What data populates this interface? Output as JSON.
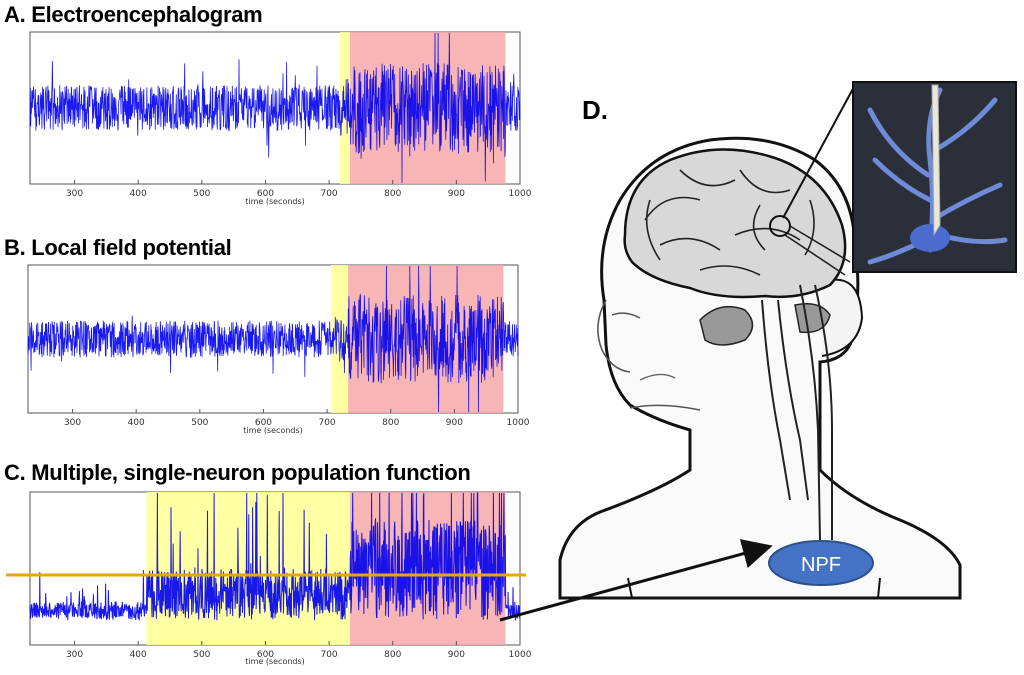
{
  "panels": [
    {
      "id": "A",
      "title": "A. Electroencephalogram"
    },
    {
      "id": "B",
      "title": "B. Local field potential"
    },
    {
      "id": "C",
      "title": "C. Multiple, single-neuron population function"
    }
  ],
  "panel_d_label": "D.",
  "npf_label": "NPF",
  "colors": {
    "signal": "#0000ee",
    "pre_window": "#ffff99",
    "event_window": "#f7a8a8",
    "threshold": "#e8a317"
  },
  "chart_data": [
    {
      "type": "line",
      "title": "A. Electroencephalogram",
      "xlabel": "time (seconds)",
      "ylabel": "",
      "xlim": [
        230,
        1000
      ],
      "xticks": [
        300,
        400,
        500,
        600,
        700,
        800,
        900,
        1000
      ],
      "xtick_labels": [
        "300",
        "400",
        "500",
        "600",
        "700",
        "800",
        "900",
        "1000"
      ],
      "shaded_regions": [
        {
          "range": [
            717,
            733
          ],
          "color": "yellow"
        },
        {
          "range": [
            733,
            977
          ],
          "color": "red"
        }
      ],
      "series": [
        {
          "amplitude_baseline": 0.3,
          "amplitude_event": 0.6
        }
      ]
    },
    {
      "type": "line",
      "title": "B. Local field potential",
      "xlabel": "time (seconds)",
      "ylabel": "",
      "xlim": [
        230,
        1000
      ],
      "xticks": [
        300,
        400,
        500,
        600,
        700,
        800,
        900,
        1000
      ],
      "xtick_labels": [
        "300",
        "400",
        "500",
        "600",
        "700",
        "800",
        "900",
        "1000"
      ],
      "shaded_regions": [
        {
          "range": [
            706,
            733
          ],
          "color": "yellow"
        },
        {
          "range": [
            733,
            977
          ],
          "color": "red"
        }
      ],
      "series": [
        {
          "amplitude_baseline": 0.25,
          "amplitude_event": 0.6
        }
      ]
    },
    {
      "type": "line",
      "title": "C. Multiple, single-neuron population function",
      "xlabel": "time (seconds)",
      "ylabel": "",
      "xlim": [
        230,
        1000
      ],
      "xticks": [
        300,
        400,
        500,
        600,
        700,
        800,
        900,
        1000
      ],
      "xtick_labels": [
        "300",
        "400",
        "500",
        "600",
        "700",
        "800",
        "900",
        "1000"
      ],
      "shaded_regions": [
        {
          "range": [
            413,
            733
          ],
          "color": "yellow"
        },
        {
          "range": [
            733,
            977
          ],
          "color": "red"
        }
      ],
      "threshold_line": true,
      "series": [
        {
          "amplitude_baseline": 0.15,
          "amplitude_event": 0.9
        }
      ]
    }
  ]
}
